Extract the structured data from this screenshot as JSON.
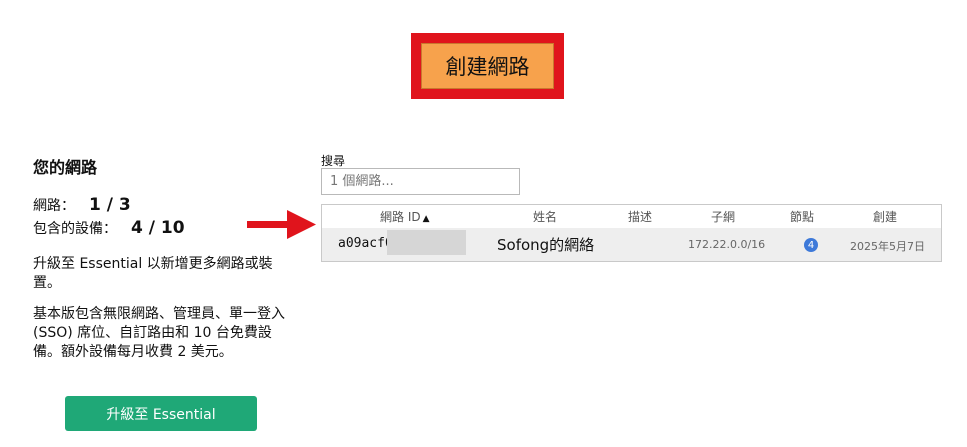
{
  "create_button": {
    "label": "創建網路",
    "highlight_color": "#e0141c",
    "color": "#f7a24c"
  },
  "panel": {
    "title": "您的網路",
    "networks_label": "網路：",
    "networks_value": "1 / 3",
    "devices_label": "包含的設備：",
    "devices_value": "4 / 10",
    "paragraph1": "升級至 Essential 以新增更多網路或裝置。",
    "paragraph2": "基本版包含無限網路、管理員、單一登入 (SSO) 席位、自訂路由和 10 台免費設備。額外設備每月收費 2 美元。",
    "upgrade_button": "升級至 Essential",
    "upgrade_color": "#1fa877"
  },
  "search": {
    "label": "搜尋",
    "placeholder": "1 個網路..."
  },
  "table": {
    "columns": [
      "網路 ID",
      "姓名",
      "描述",
      "子網",
      "節點",
      "創建"
    ],
    "sort_indicator": "▲",
    "rows": [
      {
        "id": "a09acf0",
        "name": "Sofong的網絡",
        "description": "",
        "subnet": "172.22.0.0/16",
        "nodes": "4",
        "created": "2025年5月7日"
      }
    ]
  },
  "arrow_color": "#e0141c",
  "badge_color": "#3d79d9"
}
